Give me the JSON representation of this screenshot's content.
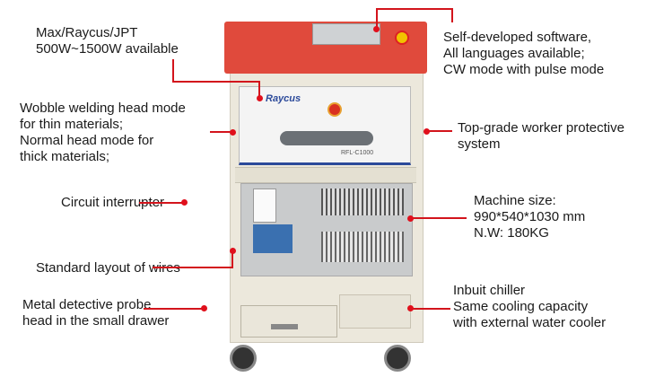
{
  "callouts": {
    "laser_source": {
      "lines": [
        "Max/Raycus/JPT",
        "500W~1500W available"
      ]
    },
    "welding_head": {
      "lines": [
        "Wobble welding head mode",
        "for thin materials;",
        "Normal head mode for",
        "thick materials;"
      ]
    },
    "software": {
      "lines": [
        "Self-developed software,",
        "All languages available;",
        "CW mode with pulse mode"
      ]
    },
    "protection": {
      "lines": [
        "Top-grade worker protective",
        "system"
      ]
    },
    "circuit": {
      "lines": [
        "Circuit interrupter"
      ]
    },
    "size": {
      "lines": [
        "Machine size:",
        "990*540*1030 mm",
        "N.W: 180KG"
      ]
    },
    "wires": {
      "lines": [
        "Standard layout of wires"
      ]
    },
    "probe": {
      "lines": [
        "Metal detective probe",
        "head in the small drawer"
      ]
    },
    "chiller": {
      "lines": [
        "Inbuit chiller",
        "Same cooling capacity",
        "with external water cooler"
      ]
    }
  },
  "machine": {
    "brand_logo": "Raycus",
    "model_label": "RFL-C1000"
  },
  "colors": {
    "accent": "#d3141c",
    "lid": "#e04a3c",
    "cabinet": "#ece8dc"
  }
}
